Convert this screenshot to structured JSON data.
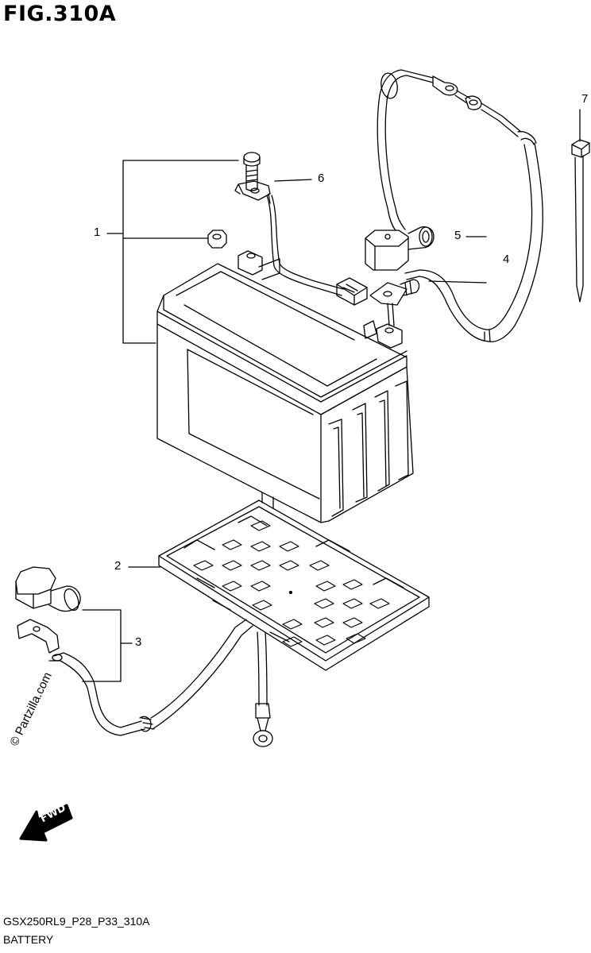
{
  "figure": {
    "title": "FIG.310A",
    "code": "GSX250RL9_P28_P33_310A",
    "name": "BATTERY"
  },
  "callouts": [
    "1",
    "2",
    "3",
    "4",
    "5",
    "6",
    "7"
  ],
  "watermark": "© Partzilla.com",
  "direction_label": "FWD"
}
